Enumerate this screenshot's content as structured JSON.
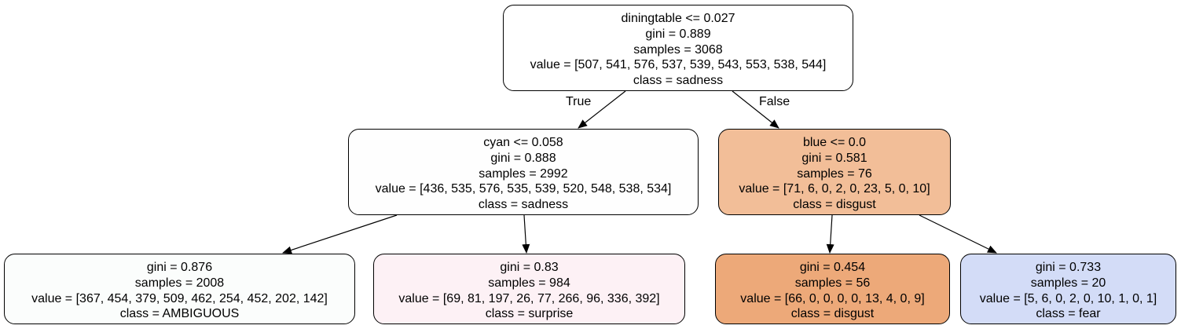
{
  "root": {
    "split": "diningtable <= 0.027",
    "gini": "gini = 0.889",
    "samples": "samples = 3068",
    "value": "value = [507, 541, 576, 537, 539, 543, 553, 538, 544]",
    "class": "class = sadness",
    "color": "#ffffff"
  },
  "edge_labels": {
    "true": "True",
    "false": "False"
  },
  "left": {
    "split": "cyan <= 0.058",
    "gini": "gini = 0.888",
    "samples": "samples = 2992",
    "value": "value = [436, 535, 576, 535, 539, 520, 548, 538, 534]",
    "class": "class = sadness",
    "color": "#fefefe"
  },
  "right": {
    "split": "blue <= 0.0",
    "gini": "gini = 0.581",
    "samples": "samples = 76",
    "value": "value = [71, 6, 0, 2, 0, 23, 5, 0, 10]",
    "class": "class = disgust",
    "color": "#f2be98"
  },
  "leaves": [
    {
      "gini": "gini = 0.876",
      "samples": "samples = 2008",
      "value": "value = [367, 454, 379, 509, 462, 254, 452, 202, 142]",
      "class": "class = AMBIGUOUS",
      "color": "#fbfdfc"
    },
    {
      "gini": "gini = 0.83",
      "samples": "samples = 984",
      "value": "value = [69, 81, 197, 26, 77, 266, 96, 336, 392]",
      "class": "class = surprise",
      "color": "#fdf1f5"
    },
    {
      "gini": "gini = 0.454",
      "samples": "samples = 56",
      "value": "value = [66, 0, 0, 0, 0, 13, 4, 0, 9]",
      "class": "class = disgust",
      "color": "#eda979"
    },
    {
      "gini": "gini = 0.733",
      "samples": "samples = 20",
      "value": "value = [5, 6, 0, 2, 0, 10, 1, 0, 1]",
      "class": "class = fear",
      "color": "#d3dcf7"
    }
  ]
}
